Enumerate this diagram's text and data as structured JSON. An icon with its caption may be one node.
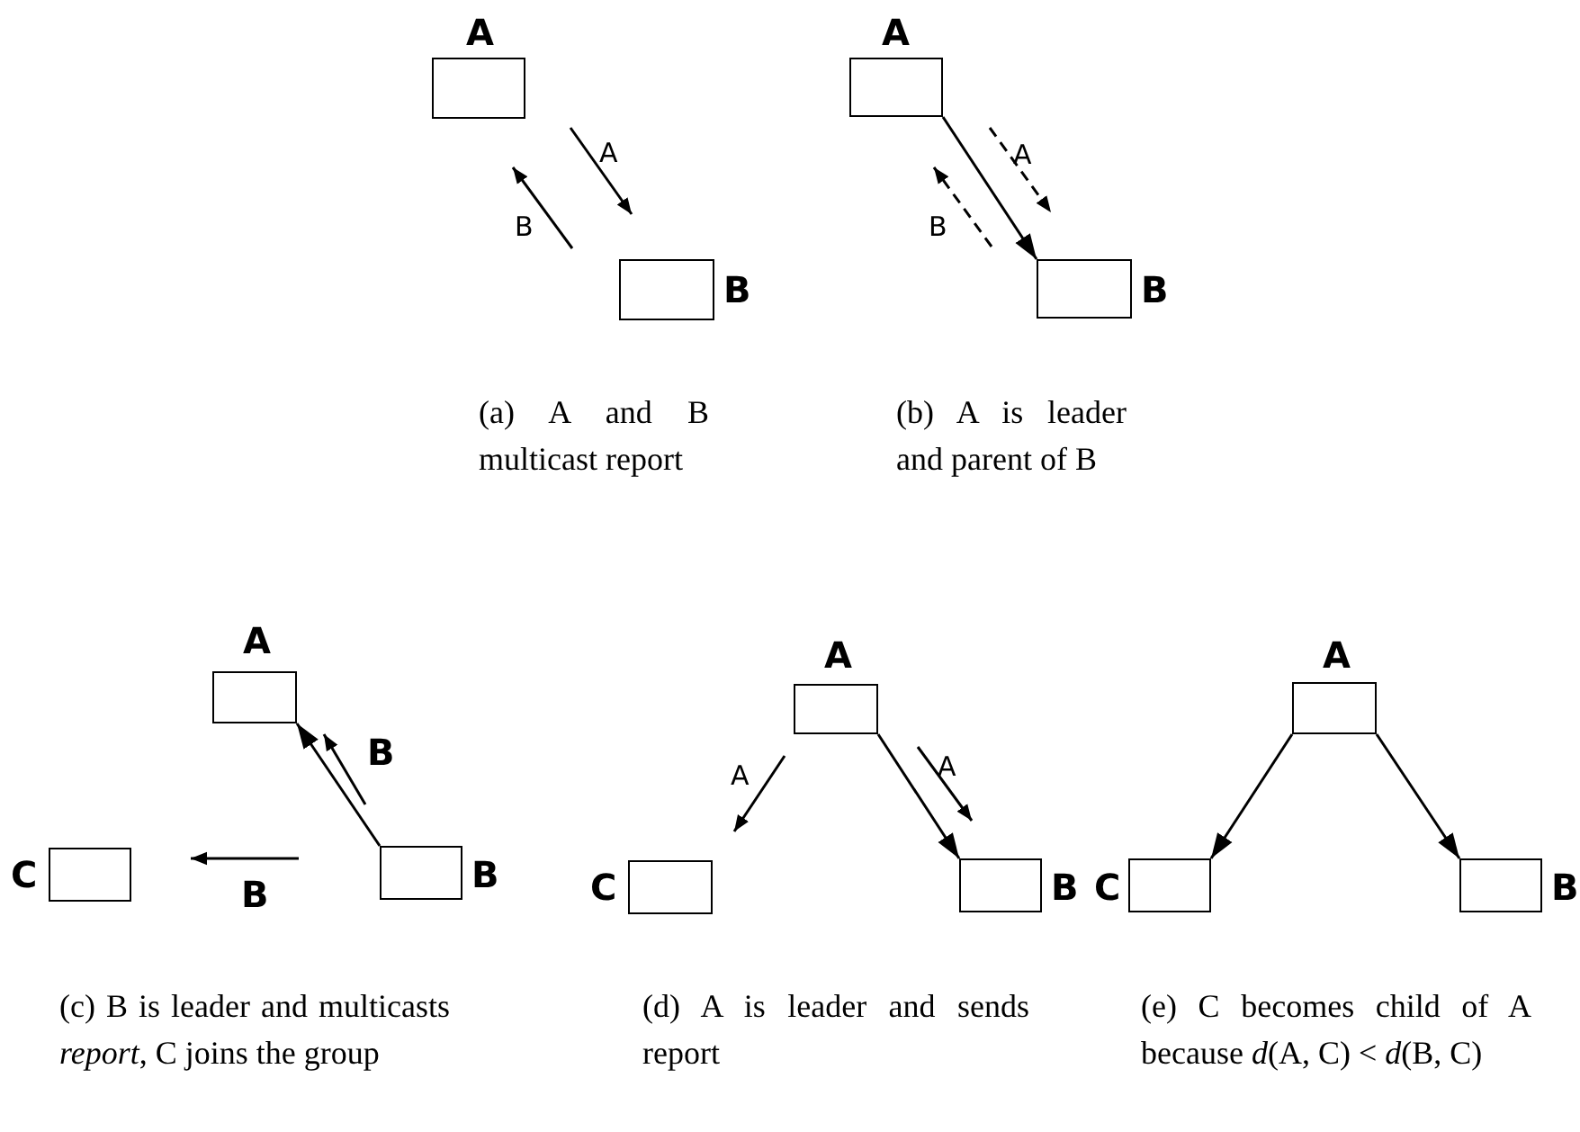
{
  "diagram": {
    "nodes": [
      {
        "text": [
          "A"
        ]
      },
      {
        "text": [
          "B"
        ]
      },
      {
        "text": [
          "A"
        ]
      },
      {
        "text": [
          "B"
        ]
      },
      {
        "text": [
          "A"
        ]
      },
      {
        "text": [
          "C"
        ]
      },
      {
        "text": [
          "B"
        ]
      },
      {
        "text": [
          "A"
        ]
      },
      {
        "text": [
          "C"
        ]
      },
      {
        "text": [
          "B"
        ]
      },
      {
        "text": [
          "A"
        ]
      },
      {
        "text": [
          "C"
        ]
      },
      {
        "text": [
          "B"
        ]
      }
    ],
    "edges": [
      {
        "from": 2,
        "to": 3,
        "arrow": "to"
      },
      {
        "from": 6,
        "to": 4,
        "arrow": "to"
      },
      {
        "from": 7,
        "to": 9,
        "arrow": "to"
      },
      {
        "from": 10,
        "to": 11,
        "arrow": "to"
      },
      {
        "from": 10,
        "to": 12,
        "arrow": "to"
      }
    ],
    "labels": [
      "A",
      "B",
      "(a) A and B multicast report",
      "A",
      "B",
      "(b) A is leader and parent of B",
      "B",
      "B",
      "(c) B is leader and multicasts *report*, C joins the group",
      "A",
      "A",
      "(d) A is leader and sends report",
      "(e) C becomes child of A because *d*(A, C) < *d*(B, C)"
    ]
  }
}
